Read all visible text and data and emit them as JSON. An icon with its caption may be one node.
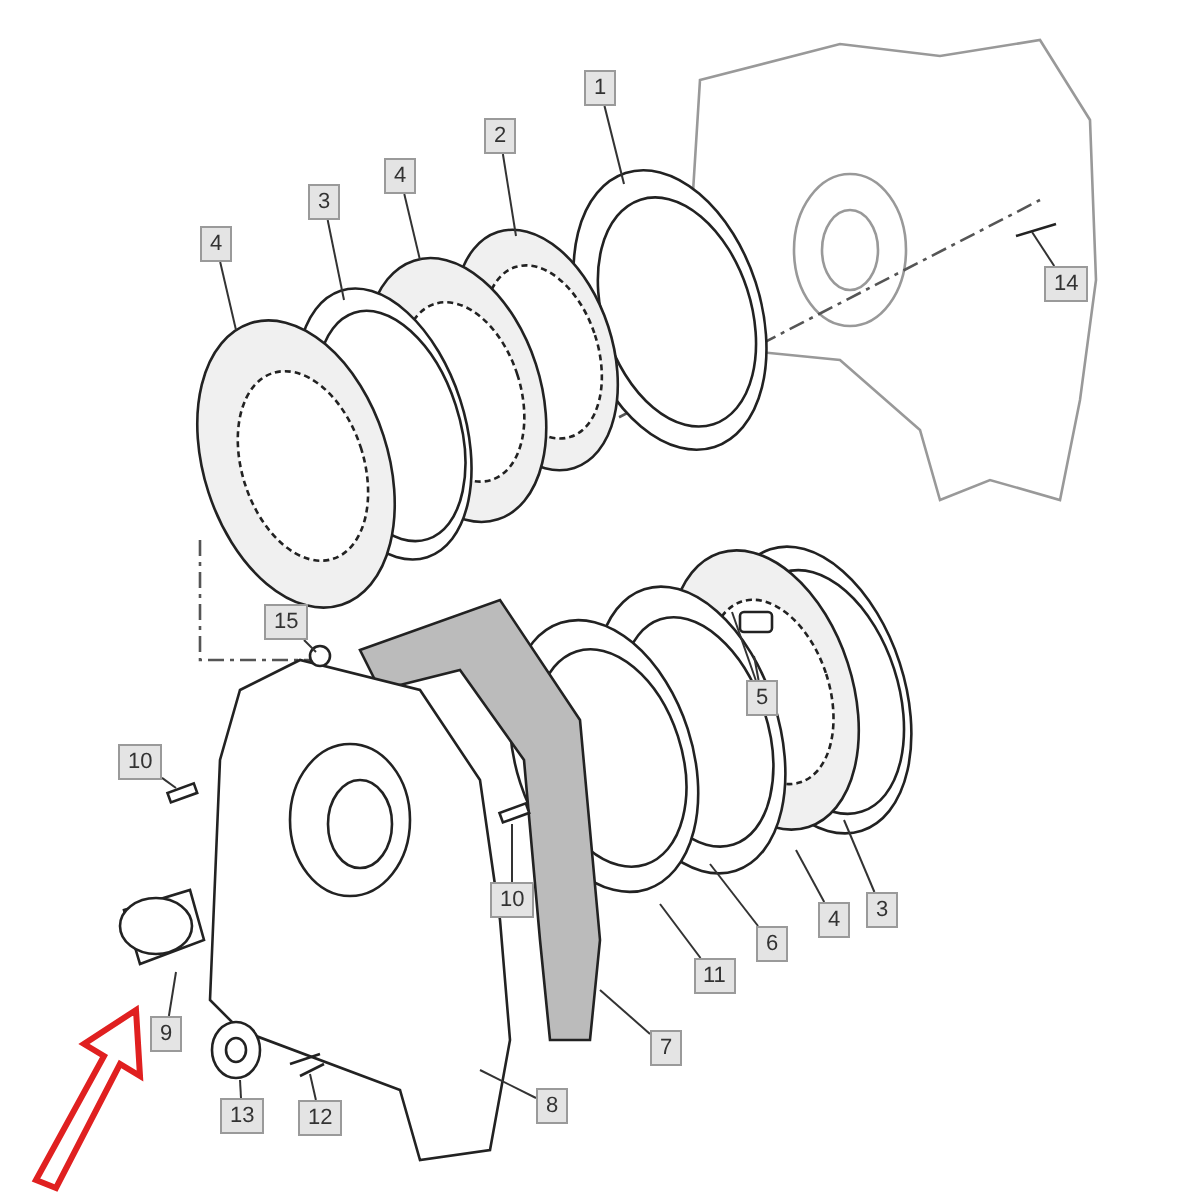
{
  "diagram": {
    "nodes": [
      {
        "text": [
          "1"
        ]
      },
      {
        "text": [
          "2"
        ]
      },
      {
        "text": [
          "4"
        ]
      },
      {
        "text": [
          "3"
        ]
      },
      {
        "text": [
          "4"
        ]
      },
      {
        "text": [
          "14"
        ]
      },
      {
        "text": [
          "15"
        ]
      },
      {
        "text": [
          "5"
        ]
      },
      {
        "text": [
          "10"
        ]
      },
      {
        "text": [
          "10"
        ]
      },
      {
        "text": [
          "3"
        ]
      },
      {
        "text": [
          "4"
        ]
      },
      {
        "text": [
          "6"
        ]
      },
      {
        "text": [
          "11"
        ]
      },
      {
        "text": [
          "9"
        ]
      },
      {
        "text": [
          "7"
        ]
      },
      {
        "text": [
          "8"
        ]
      },
      {
        "text": [
          "13"
        ]
      },
      {
        "text": [
          "12"
        ]
      }
    ],
    "edges": [
      {
        "from": 0,
        "to": null,
        "arrow": "none"
      },
      {
        "from": 1,
        "to": null,
        "arrow": "none"
      },
      {
        "from": 2,
        "to": null,
        "arrow": "none"
      },
      {
        "from": 3,
        "to": null,
        "arrow": "none"
      },
      {
        "from": 4,
        "to": null,
        "arrow": "none"
      },
      {
        "from": 5,
        "to": null,
        "arrow": "none"
      },
      {
        "from": 6,
        "to": null,
        "arrow": "none"
      },
      {
        "from": 7,
        "to": null,
        "arrow": "none"
      },
      {
        "from": 7,
        "to": null,
        "arrow": "none"
      },
      {
        "from": 8,
        "to": null,
        "arrow": "none"
      },
      {
        "from": 9,
        "to": null,
        "arrow": "none"
      },
      {
        "from": 10,
        "to": null,
        "arrow": "none"
      },
      {
        "from": 11,
        "to": null,
        "arrow": "none"
      },
      {
        "from": 12,
        "to": null,
        "arrow": "none"
      },
      {
        "from": 13,
        "to": null,
        "arrow": "none"
      },
      {
        "from": 14,
        "to": null,
        "arrow": "none"
      },
      {
        "from": 15,
        "to": null,
        "arrow": "none"
      },
      {
        "from": 16,
        "to": null,
        "arrow": "none"
      },
      {
        "from": 17,
        "to": null,
        "arrow": "none"
      },
      {
        "from": 18,
        "to": null,
        "arrow": "none"
      }
    ]
  }
}
